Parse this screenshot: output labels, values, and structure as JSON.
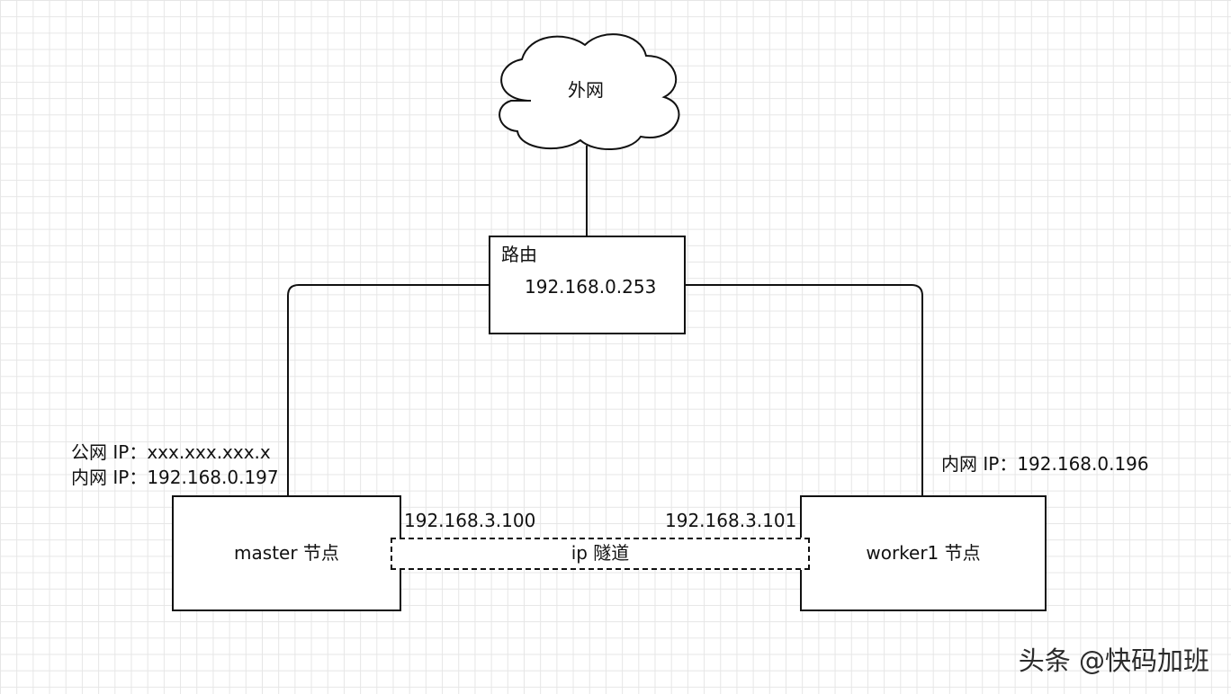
{
  "cloud": {
    "label": "外网"
  },
  "router": {
    "title": "路由",
    "ip": "192.168.0.253"
  },
  "master": {
    "label": "master 节点",
    "public_ip": "公网 IP：xxx.xxx.xxx.x",
    "internal_ip": "内网 IP：192.168.0.197",
    "tunnel_ip": "192.168.3.100"
  },
  "worker": {
    "label": "worker1 节点",
    "internal_ip": "内网 IP：192.168.0.196",
    "tunnel_ip": "192.168.3.101"
  },
  "tunnel": {
    "label": "ip 隧道"
  },
  "watermark": "头条 @快码加班",
  "colors": {
    "line": "#111111",
    "grid": "#e6e6e6",
    "background": "#ffffff"
  }
}
